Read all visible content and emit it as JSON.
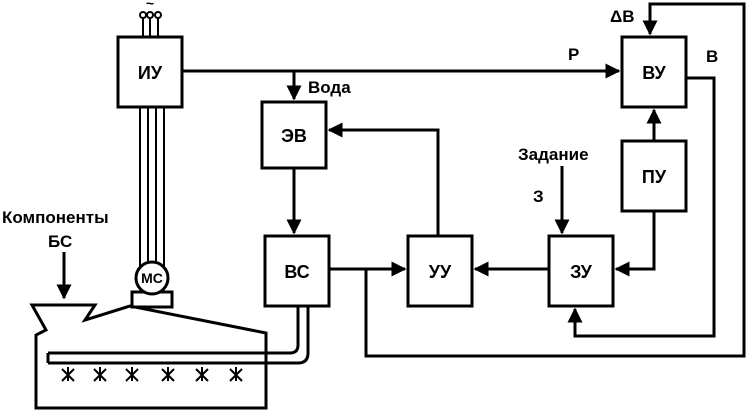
{
  "blocks": {
    "iu": "ИУ",
    "vu": "ВУ",
    "ev": "ЭВ",
    "pu": "ПУ",
    "vs": "ВС",
    "uu": "УУ",
    "zu": "ЗУ",
    "motor": "МС"
  },
  "labels": {
    "water": "Вода",
    "p": "Р",
    "b": "В",
    "delta_b": "ΔВ",
    "task": "Задание",
    "z": "З",
    "components_line1": "Компоненты",
    "components_line2": "БС",
    "ac_symbol": "~"
  },
  "colors": {
    "stroke": "#000000",
    "background": "#ffffff"
  }
}
